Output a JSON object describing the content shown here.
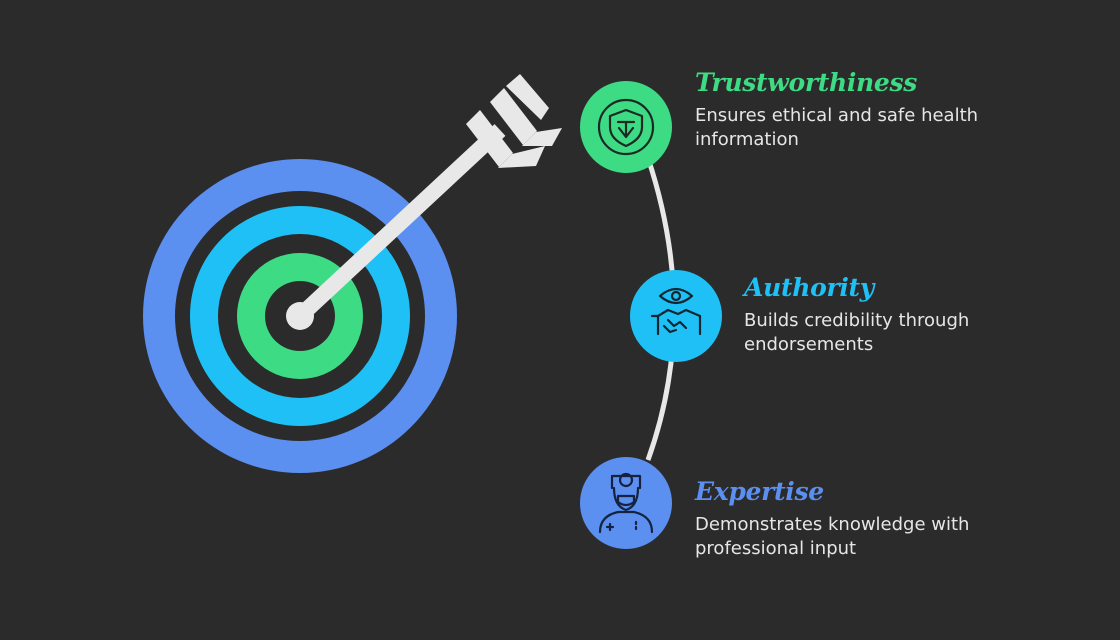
{
  "items": [
    {
      "title": "Trustworthiness",
      "description": "Ensures ethical and safe health information",
      "color": "#3ddc84",
      "icon": "shield-icon"
    },
    {
      "title": "Authority",
      "description": "Builds credibility through endorsements",
      "color": "#1fc0f5",
      "icon": "eye-handshake-icon"
    },
    {
      "title": "Expertise",
      "description": "Demonstrates knowledge with professional input",
      "color": "#5b8ff0",
      "icon": "doctor-icon"
    }
  ],
  "colors": {
    "background": "#2b2b2b",
    "target_outer": "#5b8ff0",
    "target_middle": "#1fc0f5",
    "target_inner": "#3ddc84",
    "arrow": "#e8e8e8",
    "connector": "#e8e8e8"
  }
}
